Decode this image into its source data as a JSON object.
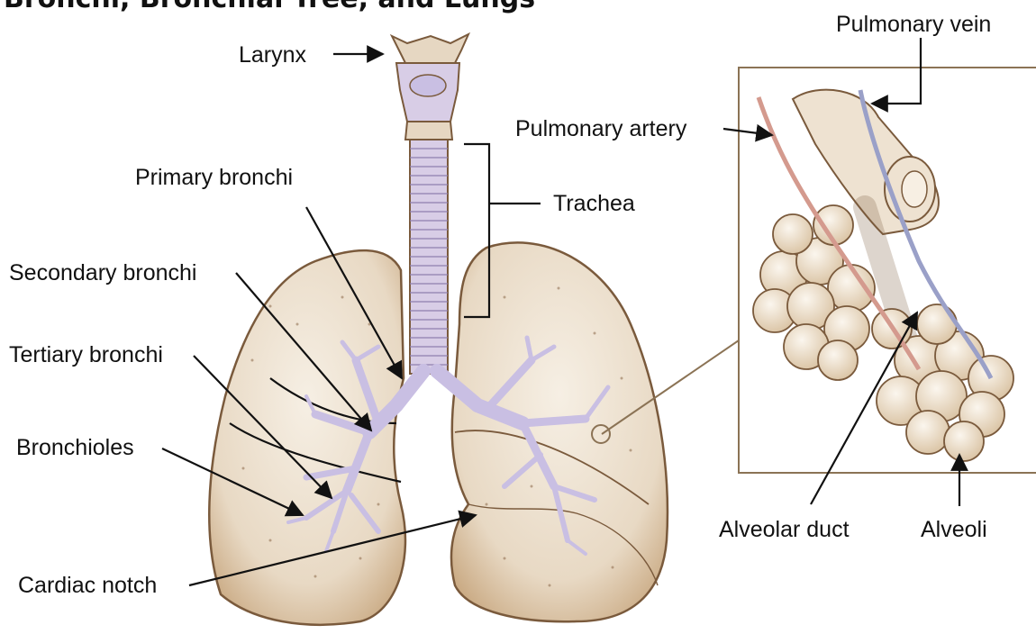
{
  "title": "Bronchi, Bronchial Tree, and Lungs",
  "labels": {
    "larynx": "Larynx",
    "primary_bronchi": "Primary bronchi",
    "secondary_bronchi": "Secondary bronchi",
    "tertiary_bronchi": "Tertiary bronchi",
    "bronchioles": "Bronchioles",
    "cardiac_notch": "Cardiac notch",
    "trachea": "Trachea",
    "pulmonary_artery": "Pulmonary artery",
    "pulmonary_vein": "Pulmonary vein",
    "alveolar_duct": "Alveolar duct",
    "alveoli": "Alveoli"
  },
  "colors": {
    "lung_fill": "#e8d9c4",
    "lung_stroke": "#7a5a3c",
    "airway": "#c9bfe3",
    "artery": "#d49a8e",
    "vein": "#9aa0c8",
    "inset_border": "#8b7355"
  }
}
